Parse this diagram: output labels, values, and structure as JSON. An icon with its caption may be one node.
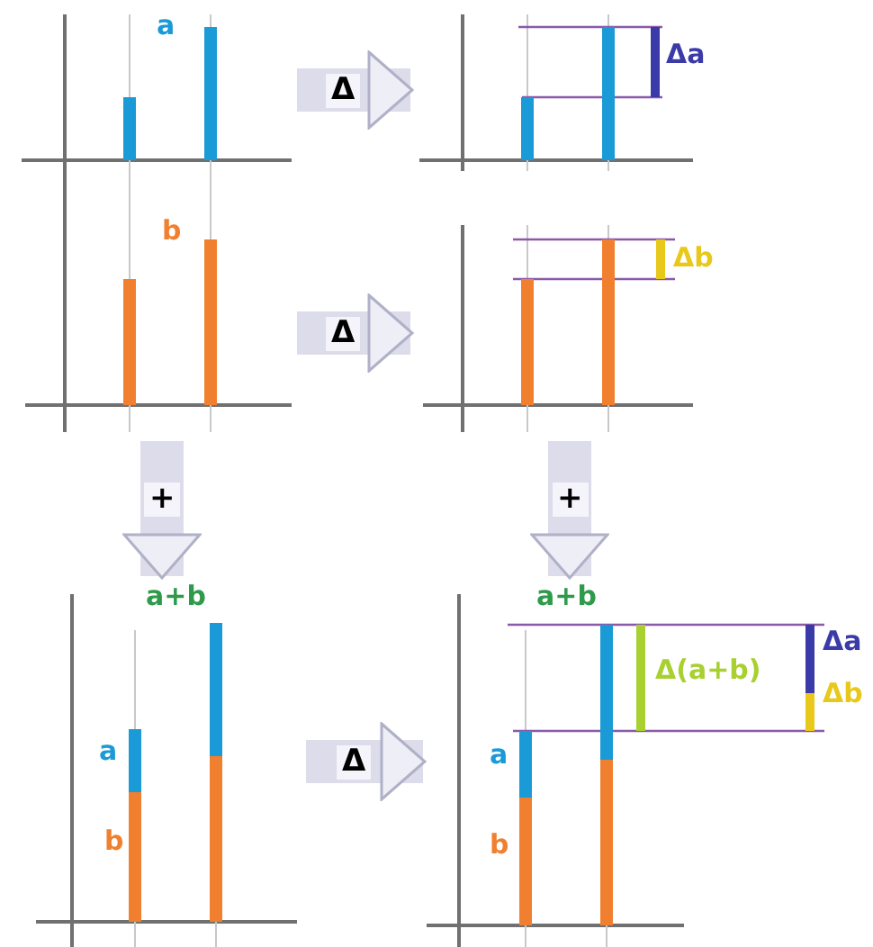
{
  "diagram": {
    "nodes": [
      {
        "text": [
          "a"
        ]
      },
      {
        "text": [
          "Δa"
        ]
      },
      {
        "text": [
          "b"
        ]
      },
      {
        "text": [
          "Δb"
        ]
      },
      {
        "text": [
          "a+b",
          "a",
          "b"
        ]
      },
      {
        "text": [
          "a+b",
          "Δ(a+b)",
          "Δa",
          "Δb",
          "a",
          "b"
        ]
      }
    ],
    "edges": [
      {
        "from": 0,
        "to": 1,
        "arrow": "to",
        "label": "Δ"
      },
      {
        "from": 2,
        "to": 3,
        "arrow": "to",
        "label": "Δ"
      },
      {
        "from": 2,
        "to": 4,
        "arrow": "to",
        "label": "+"
      },
      {
        "from": 3,
        "to": 5,
        "arrow": "to",
        "label": "+"
      },
      {
        "from": 4,
        "to": 5,
        "arrow": "to",
        "label": "Δ"
      }
    ]
  }
}
